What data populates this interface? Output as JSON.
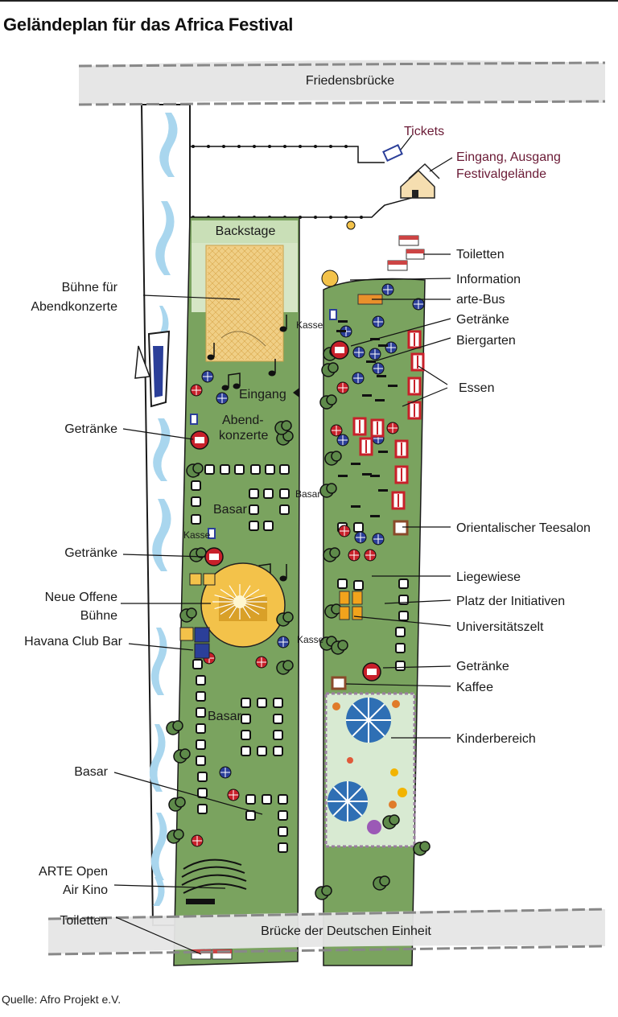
{
  "title": "Geländeplan für das Africa Festival",
  "source": "Quelle: Afro Projekt e.V.",
  "bridges": {
    "top": "Friedensbrücke",
    "bottom": "Brücke der Deutschen Einheit"
  },
  "entrance": {
    "tickets": "Tickets",
    "gate_line1": "Eingang, Ausgang",
    "gate_line2": "Festivalgelände"
  },
  "left_labels": {
    "buehne_line1": "Bühne für",
    "buehne_line2": "Abendkonzerte",
    "getraenke_1": "Getränke",
    "getraenke_2": "Getränke",
    "neue_line1": "Neue Offene",
    "neue_line2": "Bühne",
    "havana": "Havana Club Bar",
    "basar": "Basar",
    "kino_line1": "ARTE Open",
    "kino_line2": "Air Kino",
    "toiletten": "Toiletten"
  },
  "right_labels": {
    "toiletten": "Toiletten",
    "information": "Information",
    "arte_bus": "arte-Bus",
    "getraenke_1": "Getränke",
    "biergarten": "Biergarten",
    "essen": "Essen",
    "teesalon": "Orientalischer Teesalon",
    "liegewiese": "Liegewiese",
    "initiativen": "Platz der Initiativen",
    "universitaetszelt": "Universitätszelt",
    "getraenke_2": "Getränke",
    "kaffee": "Kaffee",
    "kinderbereich": "Kinderbereich"
  },
  "inside_labels": {
    "backstage": "Backstage",
    "kasse_1": "Kasse",
    "eingang": "Eingang",
    "abend_line1": "Abend-",
    "abend_line2": "konzerte",
    "basar_1": "Basar",
    "basar_mid": "Basar",
    "kasse_2": "Kasse",
    "kasse_3": "Kasse",
    "basar_2": "Basar"
  },
  "colors": {
    "grass": "#7aa35f",
    "grass_dark": "#5e8a4a",
    "stage_yellow": "#f3c24a",
    "river": "#bfe3f5",
    "kids_area": "#d8ead2",
    "label_dark": "#6a1a35",
    "bridge_grey": "#e6e6e6"
  }
}
